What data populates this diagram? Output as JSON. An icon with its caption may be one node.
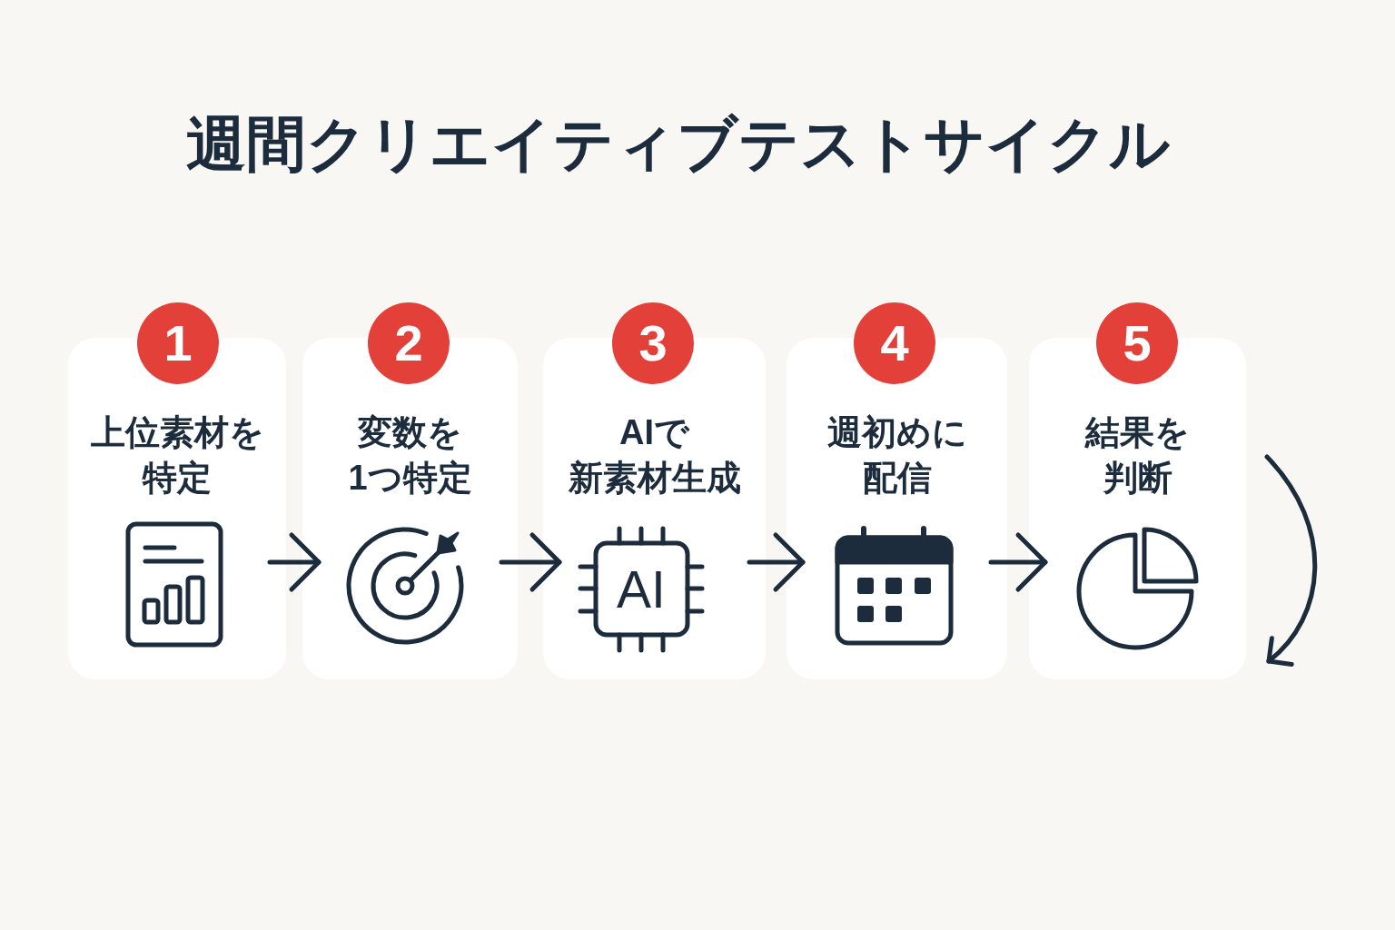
{
  "diagram": {
    "title": "週間クリエイティブテストサイクル",
    "nodes": [
      {
        "text": [
          "1"
        ]
      },
      {
        "text": [
          "上位素材を特定"
        ]
      },
      {
        "text": [
          "2"
        ]
      },
      {
        "text": [
          "変数を1つ特定"
        ]
      },
      {
        "text": [
          "3"
        ]
      },
      {
        "text": [
          "AIで新素材生成"
        ]
      },
      {
        "text": [
          "4"
        ]
      },
      {
        "text": [
          "週初めに配信"
        ]
      },
      {
        "text": [
          "5"
        ]
      },
      {
        "text": [
          "結果を判断"
        ]
      }
    ],
    "edges": [
      {
        "from": 1,
        "to": 3,
        "arrow": "to"
      },
      {
        "from": 3,
        "to": 5,
        "arrow": "to"
      },
      {
        "from": 5,
        "to": 7,
        "arrow": "to"
      },
      {
        "from": 7,
        "to": 9,
        "arrow": "to"
      },
      {
        "from": null,
        "to": 9,
        "arrow": "to"
      }
    ],
    "labels": [
      "AI"
    ]
  }
}
